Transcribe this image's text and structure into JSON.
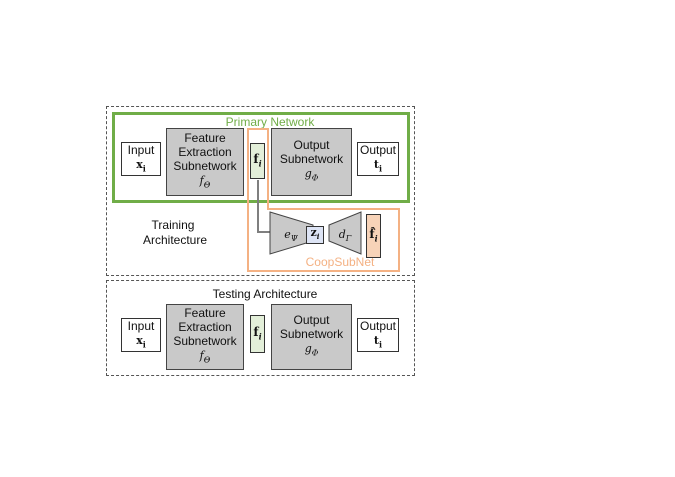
{
  "training": {
    "caption_line1": "Training",
    "caption_line2": "Architecture",
    "primary_network_label": "Primary Network",
    "coop_label": "CoopSubNet",
    "input": {
      "line1": "Input",
      "symbol": "x",
      "sub": "i"
    },
    "feature": {
      "line1": "Feature",
      "line2": "Extraction",
      "line3": "Subnetwork",
      "symbol": "f",
      "sub": "Θ"
    },
    "feat_vec": {
      "symbol": "f",
      "sub": "i"
    },
    "output_sub": {
      "line1": "Output",
      "line2": "Subnetwork",
      "symbol": "g",
      "sub": "Φ"
    },
    "output": {
      "line1": "Output",
      "symbol": "t",
      "sub": "i"
    },
    "encoder": {
      "symbol": "e",
      "sub": "Ψ"
    },
    "latent": {
      "symbol": "z",
      "sub": "i"
    },
    "decoder": {
      "symbol": "d",
      "sub": "Γ"
    },
    "recon": {
      "symbol": "f̂",
      "sub": "i"
    }
  },
  "testing": {
    "title": "Testing Architecture",
    "input": {
      "line1": "Input",
      "symbol": "x",
      "sub": "i"
    },
    "feature": {
      "line1": "Feature",
      "line2": "Extraction",
      "line3": "Subnetwork",
      "symbol": "f",
      "sub": "Θ"
    },
    "feat_vec": {
      "symbol": "f",
      "sub": "i"
    },
    "output_sub": {
      "line1": "Output",
      "line2": "Subnetwork",
      "symbol": "g",
      "sub": "Φ"
    },
    "output": {
      "line1": "Output",
      "symbol": "t",
      "sub": "i"
    }
  },
  "colors": {
    "primary_network": "#70ad47",
    "coop_subnet": "#f4b183",
    "block_fill": "#c9c9c9",
    "feature_fill": "#e3efd9",
    "latent_fill": "#dde4f5",
    "recon_fill": "#f7d3b8"
  }
}
